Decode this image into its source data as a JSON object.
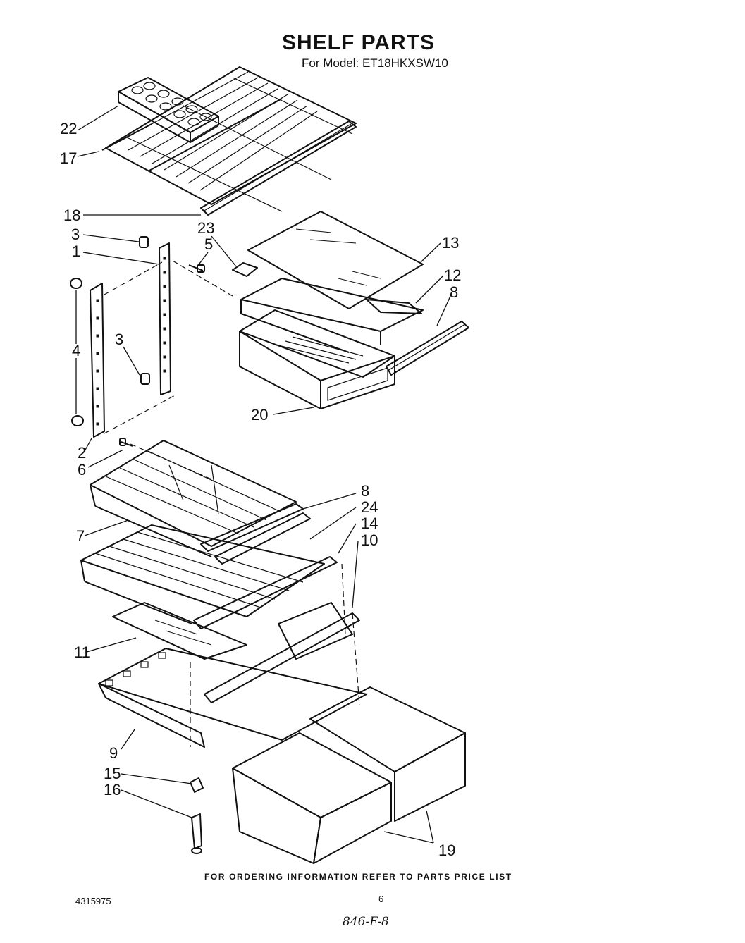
{
  "header": {
    "title": "SHELF PARTS",
    "subtitle": "For Model: ET18HKXSW10"
  },
  "callouts": [
    {
      "id": "c22",
      "label": "22"
    },
    {
      "id": "c17",
      "label": "17"
    },
    {
      "id": "c18",
      "label": "18"
    },
    {
      "id": "c3a",
      "label": "3"
    },
    {
      "id": "c1",
      "label": "1"
    },
    {
      "id": "c23",
      "label": "23"
    },
    {
      "id": "c5",
      "label": "5"
    },
    {
      "id": "c13",
      "label": "13"
    },
    {
      "id": "c12",
      "label": "12"
    },
    {
      "id": "c8a",
      "label": "8"
    },
    {
      "id": "c4",
      "label": "4"
    },
    {
      "id": "c3b",
      "label": "3"
    },
    {
      "id": "c20",
      "label": "20"
    },
    {
      "id": "c2",
      "label": "2"
    },
    {
      "id": "c6",
      "label": "6"
    },
    {
      "id": "c8b",
      "label": "8"
    },
    {
      "id": "c24",
      "label": "24"
    },
    {
      "id": "c14",
      "label": "14"
    },
    {
      "id": "c10",
      "label": "10"
    },
    {
      "id": "c7",
      "label": "7"
    },
    {
      "id": "c11",
      "label": "11"
    },
    {
      "id": "c9",
      "label": "9"
    },
    {
      "id": "c15",
      "label": "15"
    },
    {
      "id": "c16",
      "label": "16"
    },
    {
      "id": "c19",
      "label": "19"
    }
  ],
  "footer": {
    "ordering_note": "FOR ORDERING INFORMATION REFER TO PARTS PRICE LIST",
    "document_number": "4315975",
    "page_number": "6",
    "handwritten_note": "846-F-8"
  }
}
